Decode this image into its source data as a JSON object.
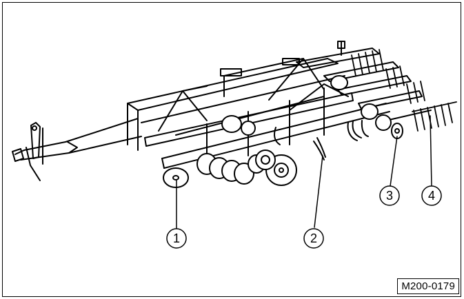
{
  "figure_code": "M200-0179",
  "callouts": [
    {
      "number": "1"
    },
    {
      "number": "2"
    },
    {
      "number": "3"
    },
    {
      "number": "4"
    }
  ],
  "colors": {
    "line": "#000000",
    "background": "#ffffff",
    "tine_gray": "#bdbdbd"
  }
}
